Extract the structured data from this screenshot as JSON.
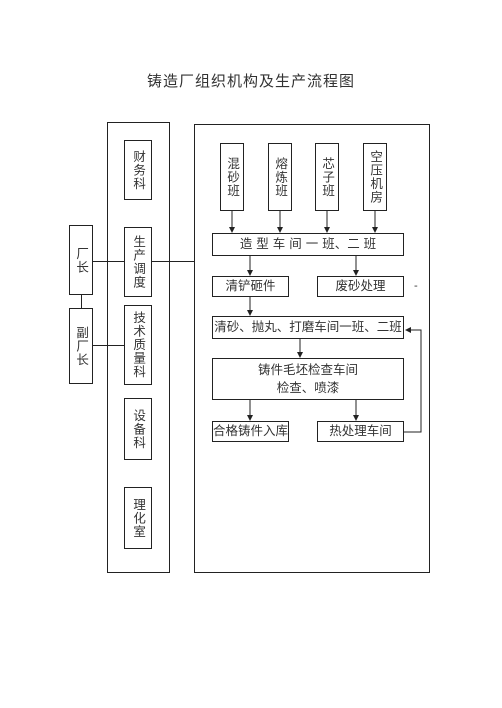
{
  "title": "铸造厂组织机构及生产流程图",
  "leaders": {
    "director": "厂长",
    "deputy": "副厂长"
  },
  "departments": [
    "财务科",
    "生产调度",
    "技术质量科",
    "设备科",
    "理化室"
  ],
  "teams": [
    "混砂班",
    "熔炼班",
    "芯子班",
    "空压机房"
  ],
  "flow": {
    "molding": "造 型 车 间 一 班、二 班",
    "cleaning_shovel": "清铲砸件",
    "waste_sand": "废砂处理",
    "cleaning": "清砂、抛丸、打磨车间一班、二班",
    "inspection_line1": "铸件毛坯检查车间",
    "inspection_line2": "检查、喷漆",
    "storage": "合格铸件入库",
    "heat_treatment": "热处理车间"
  },
  "stray_mark": "-"
}
